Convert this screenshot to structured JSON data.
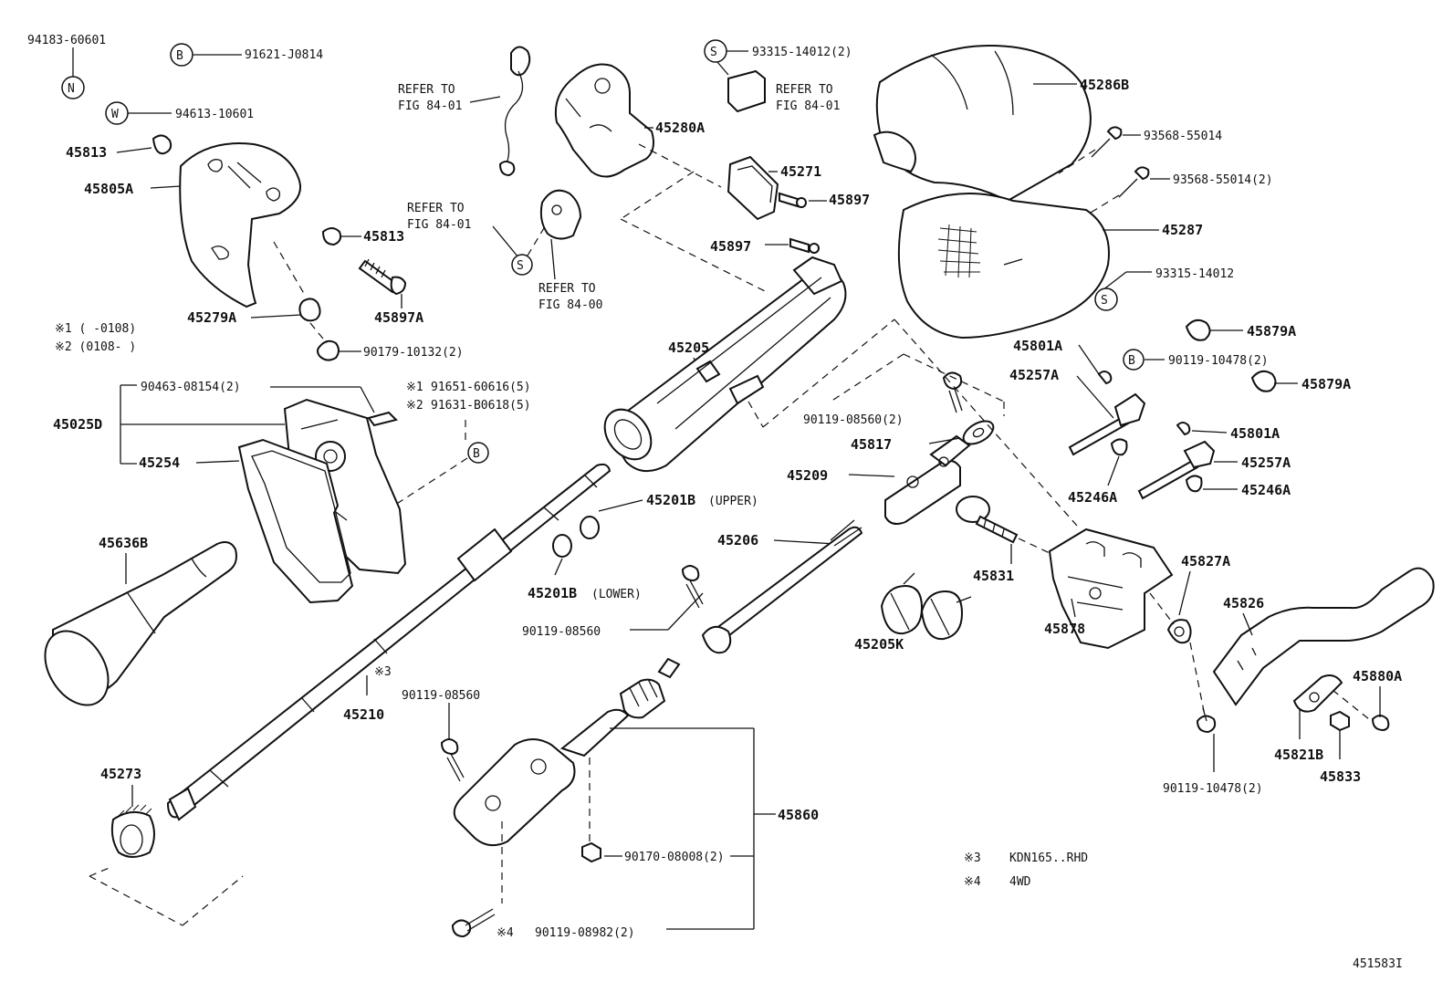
{
  "labels": {
    "p94183": "94183-60601",
    "p91621": "91621-J0814",
    "p94613": "94613-10601",
    "p45813a": "45813",
    "p45805a": "45805A",
    "p45813b": "45813",
    "p45897a": "45897A",
    "p45279a": "45279A",
    "p90179": "90179-10132(2)",
    "p45025d": "45025D",
    "p90463": "90463-08154(2)",
    "p45254": "45254",
    "p91651": "91651-60616(5)",
    "p91631": "91631-B0618(5)",
    "p45636b": "45636B",
    "p45280a": "45280A",
    "p45271": "45271",
    "p45897_1": "45897",
    "p45897_2": "45897",
    "p93315_2": "93315-14012(2)",
    "p45205": "45205",
    "p45201bu": "45201B",
    "p45201bl": "45201B",
    "p45206": "45206",
    "p45209": "45209",
    "p45817": "45817",
    "p90119_08560_2": "90119-08560(2)",
    "p90119_08560_a": "90119-08560",
    "p90119_08560_b": "90119-08560",
    "p45210": "45210",
    "p45273": "45273",
    "p45860": "45860",
    "p90170": "90170-08008(2)",
    "p90119_08982": "90119-08982(2)",
    "p45286b": "45286B",
    "p93568_1": "93568-55014",
    "p93568_2": "93568-55014(2)",
    "p45287": "45287",
    "p93315": "93315-14012",
    "p45879a_1": "45879A",
    "p45879a_2": "45879A",
    "p45801a_1": "45801A",
    "p45801a_2": "45801A",
    "p90119_10478": "90119-10478(2)",
    "p90119_10478_b": "90119-10478(2)",
    "p45257a_1": "45257A",
    "p45257a_2": "45257A",
    "p45246a_1": "45246A",
    "p45246a_2": "45246A",
    "p45831": "45831",
    "p45205k": "45205K",
    "p45878": "45878",
    "p45827a": "45827A",
    "p45826": "45826",
    "p45880a": "45880A",
    "p45821b": "45821B",
    "p45833": "45833"
  },
  "qualifiers": {
    "upper": "(UPPER)",
    "lower": "(LOWER)"
  },
  "refer": {
    "r1_line1": "REFER TO",
    "r1_line2": "FIG 84-01",
    "r2_line1": "REFER TO",
    "r2_line2": "FIG 84-01",
    "r3_line1": "REFER TO",
    "r3_line2": "FIG 84-01",
    "r4_line1": "REFER TO",
    "r4_line2": "FIG 84-00"
  },
  "symbols": {
    "N": "N",
    "B": "B",
    "W": "W",
    "S": "S",
    "star1": "※1",
    "star2": "※2",
    "star3": "※3",
    "star4": "※4"
  },
  "notes": {
    "note1": "※1 (      -0108)",
    "note2": "※2 (0108-      )",
    "note3_key": "※3",
    "note3_text": "KDN165..RHD",
    "note4_key": "※4",
    "note4_text": "4WD"
  },
  "figure_id": "451583I"
}
